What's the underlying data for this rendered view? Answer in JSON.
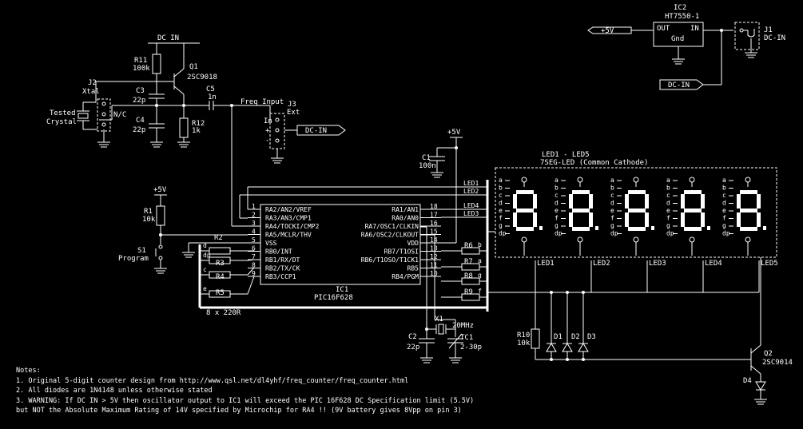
{
  "labels": {
    "dc_in_top": "DC IN",
    "r11": "R11",
    "r11_val": "100k",
    "q1": "Q1",
    "q1_val": "2SC9018",
    "j2": "J2",
    "j2_sub": "Xtal",
    "tested": "Tested",
    "crystal": "Crystal",
    "nc": "N/C",
    "c3": "C3",
    "c3_val": "22p",
    "c4": "C4",
    "c4_val": "22p",
    "r12": "R12",
    "r12_val": "1k",
    "c5": "C5",
    "c5_val": "1n",
    "freq_input": "Freq Input",
    "j3": "J3",
    "j3_sub": "Ext",
    "in": "In",
    "plus": "+",
    "minus": "-",
    "dcin_flag": "DC-IN",
    "plus5v": "+5V",
    "c1": "C1",
    "c1_val": "100n",
    "ic2": "IC2",
    "ic2_part": "HT7550-1",
    "ic2_out": "OUT",
    "ic2_in": "IN",
    "ic2_gnd": "Gnd",
    "j1": "J1",
    "j1_sub": "DC-IN",
    "led_title": "LED1 - LED5",
    "led_sub": "7SEG-LED (Common Cathode)",
    "r1": "R1",
    "r1_val": "10k",
    "s1": "S1",
    "s1_sub": "Program",
    "ic1": "IC1",
    "ic1_part": "PIC16F628",
    "r_array": "8 x 220R",
    "x1": "X1",
    "x1_val": "20MHz",
    "c2": "C2",
    "c2_val": "22p",
    "tc1": "TC1",
    "tc1_val": "2-30p",
    "r10": "R10",
    "r10_val": "10k",
    "d1": "D1",
    "d2": "D2",
    "d3": "D3",
    "d4": "D4",
    "q2": "Q2",
    "q2_val": "2SC9014",
    "r2": "R2",
    "r3": "R3",
    "r4": "R4",
    "r5": "R5",
    "r6": "R6",
    "r7": "R7",
    "r8": "R8",
    "r9": "R9"
  },
  "ic1_left": [
    {
      "pin": "1",
      "name": "RA2/AN2/VREF"
    },
    {
      "pin": "2",
      "name": "RA3/AN3/CMP1"
    },
    {
      "pin": "3",
      "name": "RA4/TOCKI/CMP2"
    },
    {
      "pin": "4",
      "name": "RA5/MCLR/THV"
    },
    {
      "pin": "5",
      "name": "VSS"
    },
    {
      "pin": "6",
      "name": "RB0/INT"
    },
    {
      "pin": "7",
      "name": "RB1/RX/DT"
    },
    {
      "pin": "8",
      "name": "RB2/TX/CK"
    },
    {
      "pin": "9",
      "name": "RB3/CCP1"
    }
  ],
  "ic1_right": [
    {
      "pin": "18",
      "name": "RA1/AN1"
    },
    {
      "pin": "17",
      "name": "RA0/AN0"
    },
    {
      "pin": "16",
      "name": "RA7/OSC1/CLKIN"
    },
    {
      "pin": "15",
      "name": "RA6/OSC2/CLKOUT"
    },
    {
      "pin": "14",
      "name": "VDD"
    },
    {
      "pin": "13",
      "name": "RB7/T1OSI"
    },
    {
      "pin": "12",
      "name": "RB6/T1OSO/T1CK1"
    },
    {
      "pin": "11",
      "name": "RB5"
    },
    {
      "pin": "10",
      "name": "RB4/PGM"
    }
  ],
  "bus_left": [
    "d",
    "dp",
    "c",
    "e"
  ],
  "bus_right": [
    "b",
    "a",
    "g",
    "f"
  ],
  "led_bus": [
    "LED1",
    "LED2",
    "LED4",
    "LED3"
  ],
  "seg_letters": [
    "a",
    "b",
    "c",
    "d",
    "e",
    "f",
    "g",
    "dp"
  ],
  "leds": [
    "LED1",
    "LED2",
    "LED3",
    "LED4",
    "LED5"
  ],
  "notes": [
    "Notes:",
    "1. Original 5-digit counter design from http://www.qsl.net/dl4yhf/freq_counter/freq_counter.html",
    "2. All diodes are 1N4148 unless otherwise stated",
    "3. WARNING: If DC IN > 5V then oscillator output to IC1 will exceed the PIC 16F628 DC Specification limit (5.5V)",
    "    but NOT the Absolute Maximum Rating of 14V specified by Microchip for RA4 !! (9V battery gives 8Vpp on pin 3)"
  ]
}
